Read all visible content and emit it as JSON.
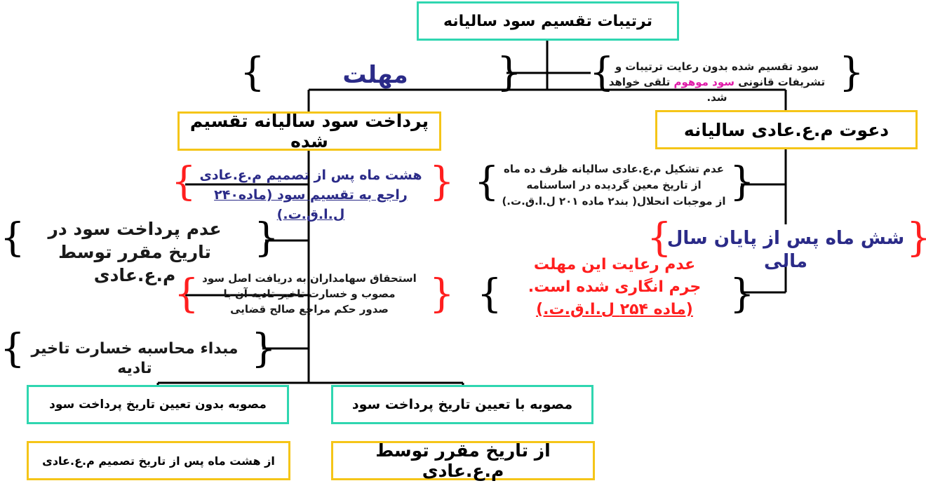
{
  "root": {
    "title": "ترتیبات تقسیم سود سالیانه"
  },
  "left_top": {
    "label": "مهلت"
  },
  "right_top": {
    "line1": "سود تقسیم  شده بدون رعایت ترتیبات و",
    "line2_pre": "تشریفات قانونی ",
    "line2_highlight": "سود موهوم",
    "line2_post": " تلقی خواهد شد."
  },
  "pay_box": {
    "title": "پرداخت سود سالیانه تقسیم شده"
  },
  "invite_box": {
    "title": "دعوت م.ع.عادی سالیانه"
  },
  "eight_months": {
    "line1": "هشت ماه پس از  تصمیم م.ع.عادی",
    "line2": "راجع به تقسیم سود (ماده۲۴۰ ل.ا.ق.ت.)"
  },
  "no_assembly": {
    "line1": "عدم تشکیل م.ع.عادی سالیانه ظرف ده ماه",
    "line2": "از تاریخ معین گردیده در اساسنامه",
    "line3": "از موجبات انحلال( بند۲ ماده ۲۰۱ ل.ا.ق.ت.)"
  },
  "six_months": {
    "label": "شش ماه پس از پایان سال مالی"
  },
  "non_payment": {
    "line1": "عدم پرداخت سود در",
    "line2": "تاریخ مقرر توسط م.ع.عادی"
  },
  "entitlement": {
    "line1": "استحقاق سهامداران به دریافت اصل سود",
    "line2": "مصوب و خسارت تاخیر تادیه آن  با",
    "line3": "صدور حکم مراجع صالح قضایی"
  },
  "penalty": {
    "line1": "عدم رعایت این مهلت",
    "line2": "جرم انگاری شده است.",
    "line3": "(ماده ۲۵۴ ل.ا.ق.ت.)"
  },
  "damage_start": {
    "label": "مبداء محاسبه خسارت تاخیر تادیه"
  },
  "approved_no_date": {
    "label": "مصوبه بدون تعیین تاریخ پرداخت سود"
  },
  "approved_with_date": {
    "label": "مصوبه با تعیین تاریخ پرداخت سود"
  },
  "from_eight_months": {
    "label": "از هشت ماه پس از تاریخ تصمیم م.ع.عادی"
  },
  "from_set_date": {
    "label": "از تاریخ مقرر توسط م.ع.عادی"
  },
  "colors": {
    "teal_border": "#2fd6b0",
    "gold_border": "#f5c518",
    "red": "#ff1e1e",
    "navy": "#2b2b88",
    "magenta": "#e01aa8"
  }
}
